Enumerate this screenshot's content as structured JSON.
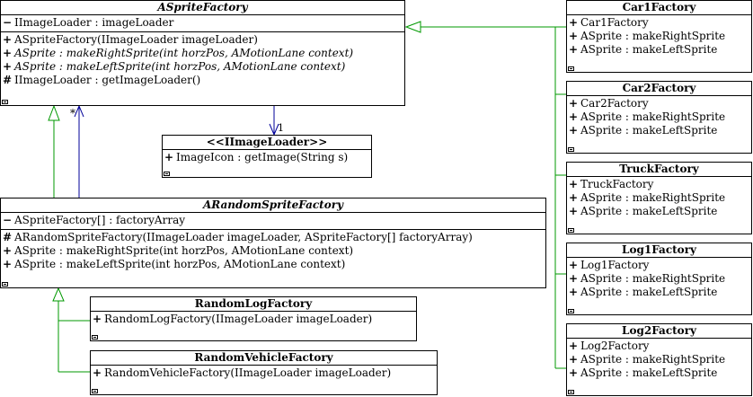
{
  "colors": {
    "generalization": "#009900",
    "association": "#000099",
    "border": "#000000"
  },
  "classes": {
    "aspriteFactory": {
      "name": "ASpriteFactory",
      "attributes": [
        {
          "vis": "−",
          "text": "IImageLoader : imageLoader"
        }
      ],
      "operations": [
        {
          "vis": "+",
          "text": "ASpriteFactory(IImageLoader imageLoader)"
        },
        {
          "vis": "+",
          "text": "ASprite : makeRightSprite(int horzPos, AMotionLane context)"
        },
        {
          "vis": "+",
          "text": "ASprite : makeLeftSprite(int horzPos, AMotionLane context)"
        },
        {
          "vis": "#",
          "text": "IImageLoader : getImageLoader()"
        }
      ]
    },
    "iimageLoader": {
      "name": "<<IImageLoader>>",
      "operations": [
        {
          "vis": "+",
          "text": "ImageIcon : getImage(String s)"
        }
      ]
    },
    "arandomSpriteFactory": {
      "name": "ARandomSpriteFactory",
      "attributes": [
        {
          "vis": "−",
          "text": "ASpriteFactory[] : factoryArray"
        }
      ],
      "operations": [
        {
          "vis": "#",
          "text": "ARandomSpriteFactory(IImageLoader imageLoader, ASpriteFactory[] factoryArray)"
        },
        {
          "vis": "+",
          "text": "ASprite : makeRightSprite(int horzPos, AMotionLane context)"
        },
        {
          "vis": "+",
          "text": "ASprite : makeLeftSprite(int horzPos, AMotionLane context)"
        }
      ]
    },
    "randomLogFactory": {
      "name": "RandomLogFactory",
      "operations": [
        {
          "vis": "+",
          "text": "RandomLogFactory(IImageLoader imageLoader)"
        }
      ]
    },
    "randomVehicleFactory": {
      "name": "RandomVehicleFactory",
      "operations": [
        {
          "vis": "+",
          "text": "RandomVehicleFactory(IImageLoader imageLoader)"
        }
      ]
    },
    "car1Factory": {
      "name": "Car1Factory",
      "operations": [
        {
          "vis": "+",
          "text": "Car1Factory"
        },
        {
          "vis": "+",
          "text": "ASprite : makeRightSprite"
        },
        {
          "vis": "+",
          "text": "ASprite : makeLeftSprite"
        }
      ]
    },
    "car2Factory": {
      "name": "Car2Factory",
      "operations": [
        {
          "vis": "+",
          "text": "Car2Factory"
        },
        {
          "vis": "+",
          "text": "ASprite : makeRightSprite"
        },
        {
          "vis": "+",
          "text": "ASprite : makeLeftSprite"
        }
      ]
    },
    "truckFactory": {
      "name": "TruckFactory",
      "operations": [
        {
          "vis": "+",
          "text": "TruckFactory"
        },
        {
          "vis": "+",
          "text": "ASprite : makeRightSprite"
        },
        {
          "vis": "+",
          "text": "ASprite : makeLeftSprite"
        }
      ]
    },
    "log1Factory": {
      "name": "Log1Factory",
      "operations": [
        {
          "vis": "+",
          "text": "Log1Factory"
        },
        {
          "vis": "+",
          "text": "ASprite : makeRightSprite"
        },
        {
          "vis": "+",
          "text": "ASprite : makeLeftSprite"
        }
      ]
    },
    "log2Factory": {
      "name": "Log2Factory",
      "operations": [
        {
          "vis": "+",
          "text": "Log2Factory"
        },
        {
          "vis": "+",
          "text": "ASprite : makeRightSprite"
        },
        {
          "vis": "+",
          "text": "ASprite : makeLeftSprite"
        }
      ]
    }
  },
  "edges": {
    "imageLoaderMultiplicity": "1",
    "factoryArrayMultiplicity": "*"
  }
}
